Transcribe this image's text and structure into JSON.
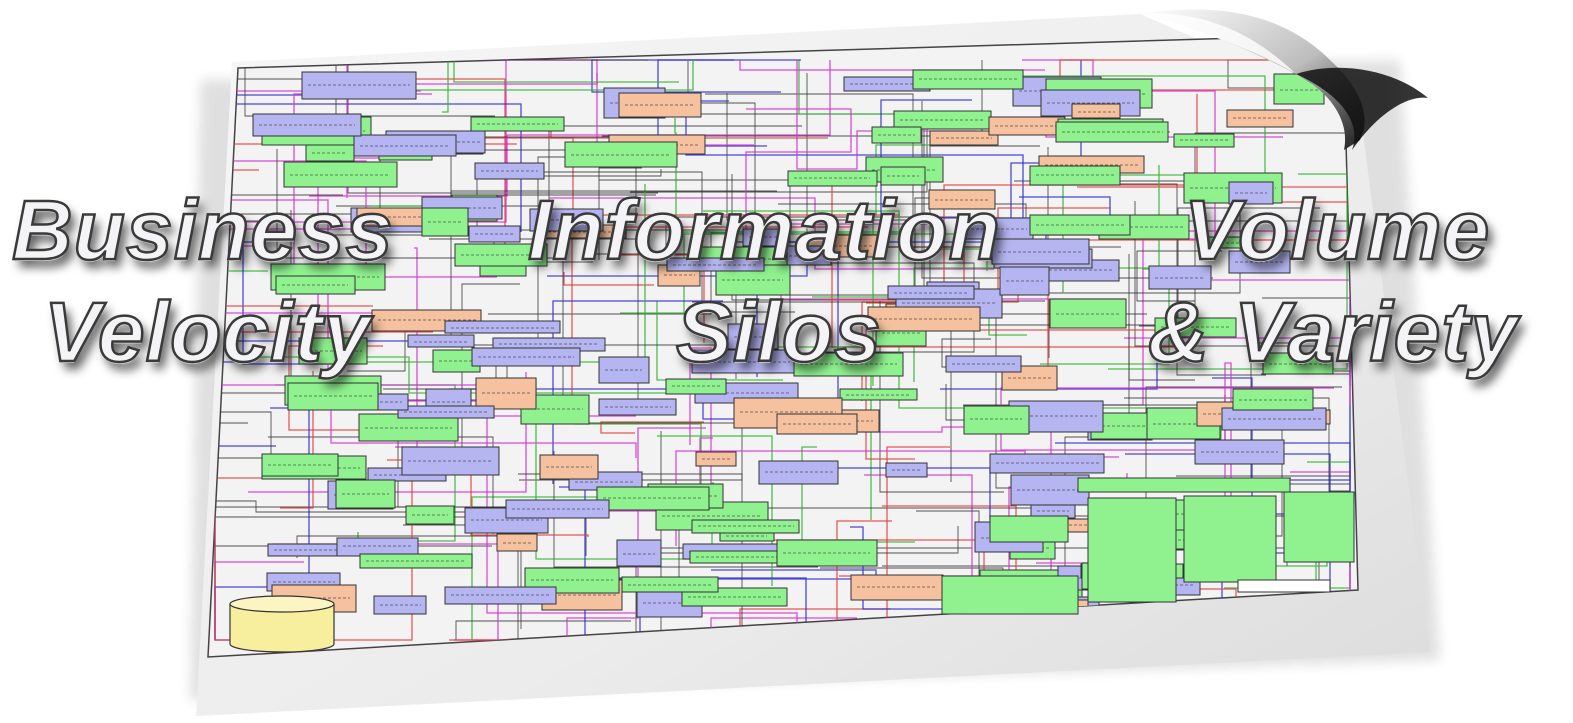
{
  "overlay": {
    "line1": [
      "Business",
      "Information",
      "Volume"
    ],
    "line2": [
      "Velocity",
      "Silos",
      "& Variety"
    ]
  },
  "colors": {
    "paper": "#efefef",
    "node_green": "#8ff28f",
    "node_blue": "#b5b5f2",
    "node_orange": "#f6c19e",
    "node_yellow": "#f7ee9e",
    "line_red": "#e23c3c",
    "line_magenta": "#d52fd5",
    "line_blue": "#2b2bd8",
    "line_green": "#2fb52f",
    "line_dark": "#333333"
  }
}
